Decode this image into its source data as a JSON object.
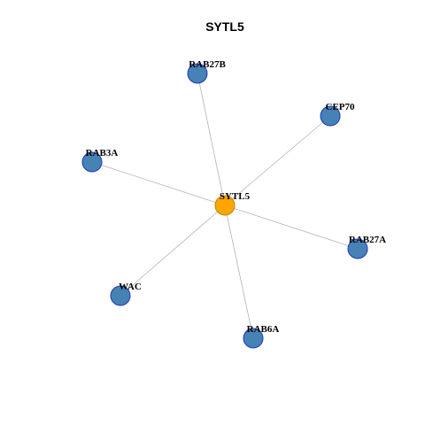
{
  "title": "SYTL5",
  "colors": {
    "hub_fill": "#FFA500",
    "hub_stroke": "#B8860B",
    "node_fill": "#4682B4",
    "node_stroke": "#1C39BB",
    "edge": "#B3B3B3"
  },
  "hub": {
    "label": "SYTL5"
  },
  "nodes": [
    {
      "label": "RAB27B"
    },
    {
      "label": "CEP70"
    },
    {
      "label": "RAB3A"
    },
    {
      "label": "RAB27A"
    },
    {
      "label": "WAC"
    },
    {
      "label": "RAB6A"
    }
  ],
  "edges": [
    [
      "SYTL5",
      "RAB27B"
    ],
    [
      "SYTL5",
      "CEP70"
    ],
    [
      "SYTL5",
      "RAB3A"
    ],
    [
      "SYTL5",
      "RAB27A"
    ],
    [
      "SYTL5",
      "WAC"
    ],
    [
      "SYTL5",
      "RAB6A"
    ]
  ]
}
